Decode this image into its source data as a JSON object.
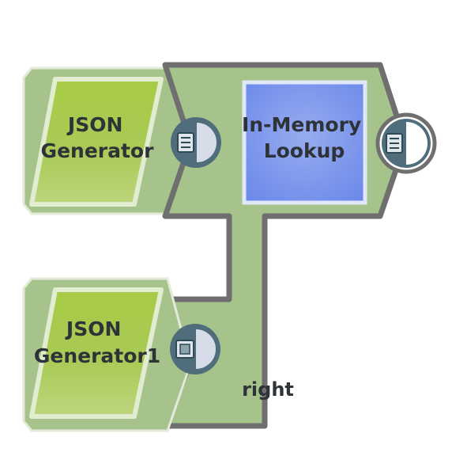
{
  "pipeline": {
    "snaps": [
      {
        "id": "json-generator",
        "label_lines": [
          "JSON",
          "Generator"
        ]
      },
      {
        "id": "in-memory-lookup",
        "label_lines": [
          "In-Memory",
          "Lookup"
        ]
      },
      {
        "id": "json-generator1",
        "label_lines": [
          "JSON",
          "Generator1"
        ]
      }
    ],
    "lookup_input_labels": {
      "right": "right"
    }
  },
  "colors": {
    "snap_body": "#a5c38a",
    "snap_border": "#6f6f6f",
    "shadow": "#dfe8d4",
    "generator_icon_fill": "#a3c649",
    "generator_icon_border": "#e2ecd0",
    "lookup_icon_fill": "#7d97ee",
    "lookup_icon_border": "#dfe7f8",
    "port_dark": "#4f6d7a",
    "port_light": "#d6dde8",
    "text": "#2e3338"
  },
  "icons": {
    "output_port": "document-lines-icon",
    "unconnected_output_port": "document-square-icon"
  }
}
